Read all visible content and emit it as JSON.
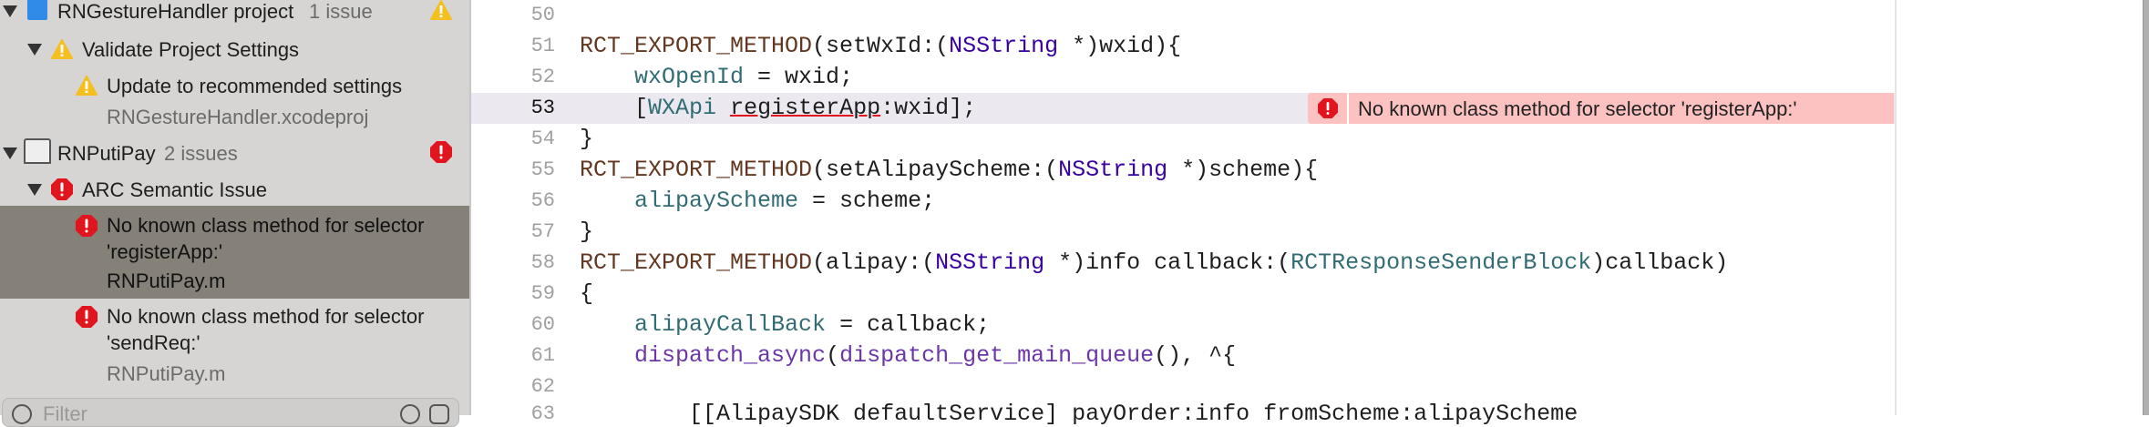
{
  "navigator": {
    "items": [
      {
        "title": "RNGestureHandler project",
        "count": "1 issue",
        "status": "warning"
      },
      {
        "title": "Validate Project Settings",
        "status": "warning"
      },
      {
        "title": "Update to recommended settings",
        "subtitle": "RNGestureHandler.xcodeproj",
        "status": "warning"
      },
      {
        "title": "RNPutiPay",
        "count": "2 issues",
        "status": "error"
      },
      {
        "title": "ARC Semantic Issue",
        "status": "error"
      },
      {
        "title_line1": "No known class method for selector",
        "title_line2": "'registerApp:'",
        "subtitle": "RNPutiPay.m",
        "status": "error",
        "selected": true
      },
      {
        "title_line1": "No known class method for selector",
        "title_line2": "'sendReq:'",
        "subtitle": "RNPutiPay.m",
        "status": "error"
      }
    ],
    "filter_placeholder": "Filter"
  },
  "editor": {
    "line_numbers": [
      "50",
      "51",
      "52",
      "53",
      "54",
      "55",
      "56",
      "57",
      "58",
      "59",
      "60",
      "61",
      "62",
      "63"
    ],
    "current_line": "53",
    "code": {
      "l51": {
        "macro": "RCT_EXPORT_METHOD",
        "a": "(setWxId:(",
        "type": "NSString",
        "b": " *)wxid){"
      },
      "l52": {
        "indent": "    ",
        "id": "wxOpenId",
        "rest": " = wxid;"
      },
      "l53": {
        "indent": "    ",
        "open": "[",
        "cls": "WXApi",
        "sp": " ",
        "sel": "registerApp",
        "rest": ":wxid];"
      },
      "l54": {
        "text": "}"
      },
      "l55": {
        "macro": "RCT_EXPORT_METHOD",
        "a": "(setAlipayScheme:(",
        "type": "NSString",
        "b": " *)scheme){"
      },
      "l56": {
        "indent": "    ",
        "id": "alipayScheme",
        "rest": " = scheme;"
      },
      "l57": {
        "text": "}"
      },
      "l58": {
        "macro": "RCT_EXPORT_METHOD",
        "a": "(alipay:(",
        "type": "NSString",
        "b": " *)info callback:(",
        "cls": "RCTResponseSenderBlock",
        "c": ")callback)"
      },
      "l59": {
        "text": "{"
      },
      "l60": {
        "indent": "    ",
        "id": "alipayCallBack",
        "rest": " = callback;"
      },
      "l61": {
        "indent": "    ",
        "fn1": "dispatch_async",
        "p": "(",
        "fn2": "dispatch_get_main_queue",
        "rest": "(), ^{"
      },
      "l63": {
        "indent": "        ",
        "text": "[[AlipaySDK defaultService] payOrder:info fromScheme:alipayScheme"
      }
    },
    "error_annotation": "No known class method for selector 'registerApp:'"
  },
  "colors": {
    "warning": "#f5bf1f",
    "error": "#e0151d",
    "selected_row": "#858179",
    "annotation": "#fcc2c2"
  }
}
